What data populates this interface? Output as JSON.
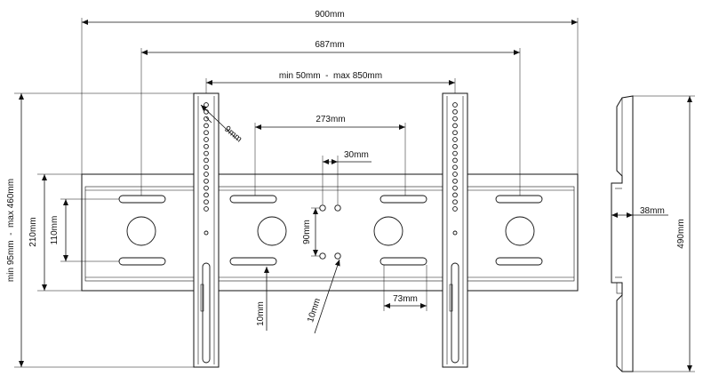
{
  "dimensions": {
    "overall_width": "900mm",
    "vesa_max": "687mm",
    "arm_spacing": "min 50mm  -  max 850mm",
    "slot_spacing": "273mm",
    "center_hole_spacing": "30mm",
    "hole_pitch": "9mm",
    "plate_height_outer": "210mm",
    "plate_height_inner": "110mm",
    "center_vertical": "90mm",
    "slot_width": "73mm",
    "arm_slot_offset": "10mm",
    "center_hole_diameter": "10mm",
    "mount_height_range": "min 95mm  -  max 460mm",
    "depth": "38mm",
    "side_height": "490mm"
  }
}
